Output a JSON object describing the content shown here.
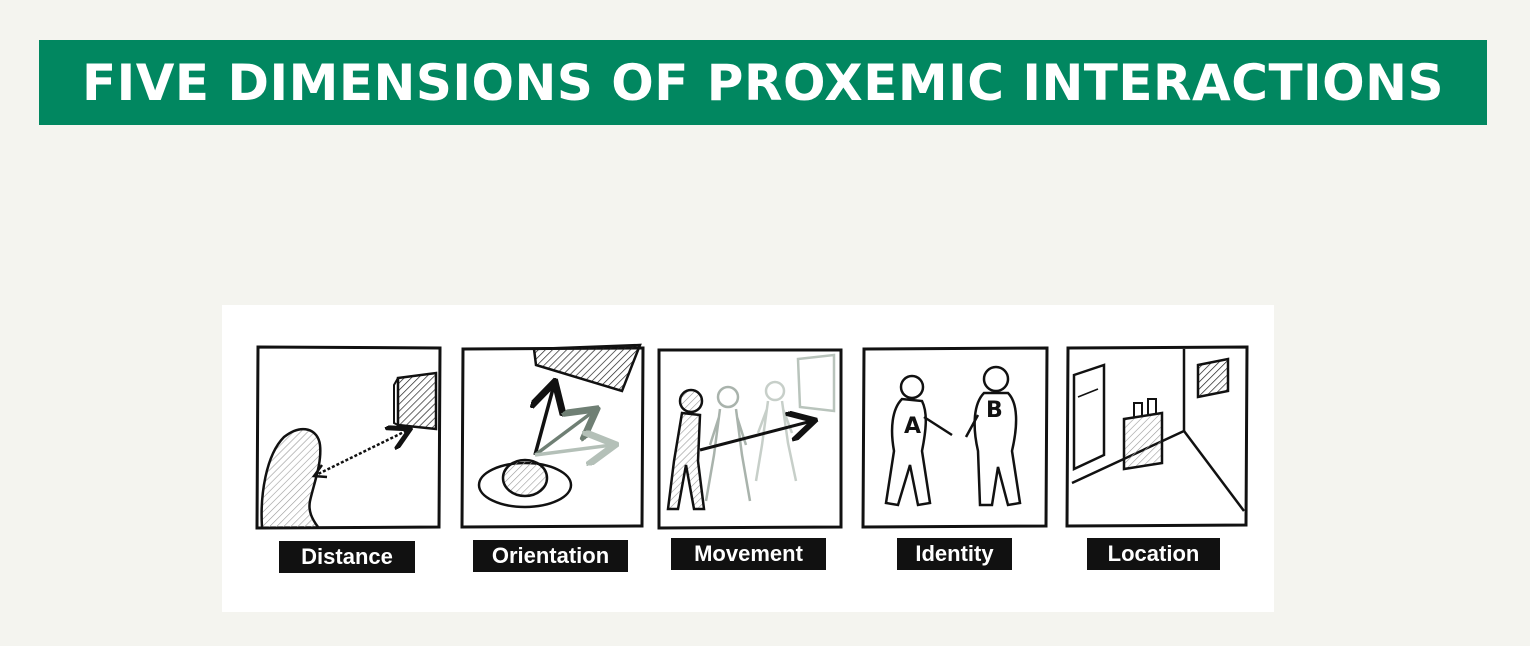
{
  "slide": {
    "title": "FIVE DIMENSIONS OF PROXEMIC INTERACTIONS",
    "banner_color": "#018760",
    "background_color": "#f4f4ef"
  },
  "figure": {
    "panels": [
      {
        "label": "Distance"
      },
      {
        "label": "Orientation"
      },
      {
        "label": "Movement"
      },
      {
        "label": "Identity",
        "person_marks": [
          "A",
          "B"
        ]
      },
      {
        "label": "Location"
      }
    ]
  }
}
